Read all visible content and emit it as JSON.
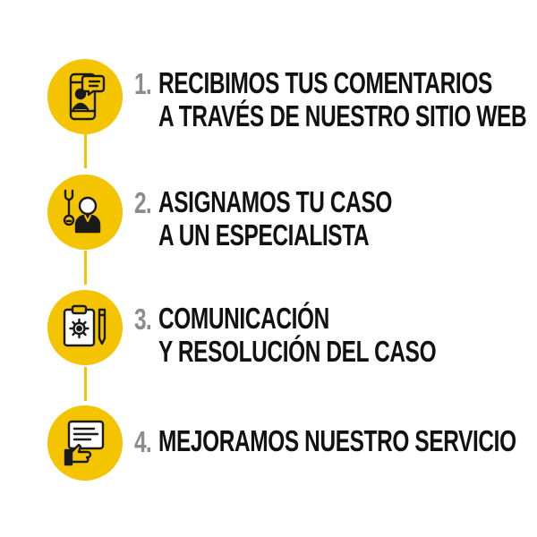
{
  "colors": {
    "accent": "#f5c400",
    "number": "#8c8c8c",
    "text": "#111111",
    "icon_stroke": "#1a1a1a"
  },
  "steps": [
    {
      "number": "1.",
      "lines": [
        "RECIBIMOS TUS COMENTARIOS",
        "A TRAVÉS DE NUESTRO SITIO WEB"
      ],
      "icon": "feedback-chat-icon"
    },
    {
      "number": "2.",
      "lines": [
        "ASIGNAMOS TU CASO",
        "A UN ESPECIALISTA"
      ],
      "icon": "specialist-wrench-icon"
    },
    {
      "number": "3.",
      "lines": [
        "COMUNICACIÓN",
        "Y RESOLUCIÓN DEL CASO"
      ],
      "icon": "clipboard-gear-icon"
    },
    {
      "number": "4.",
      "lines": [
        "MEJORAMOS NUESTRO SERVICIO"
      ],
      "icon": "thumbs-up-document-icon"
    }
  ]
}
